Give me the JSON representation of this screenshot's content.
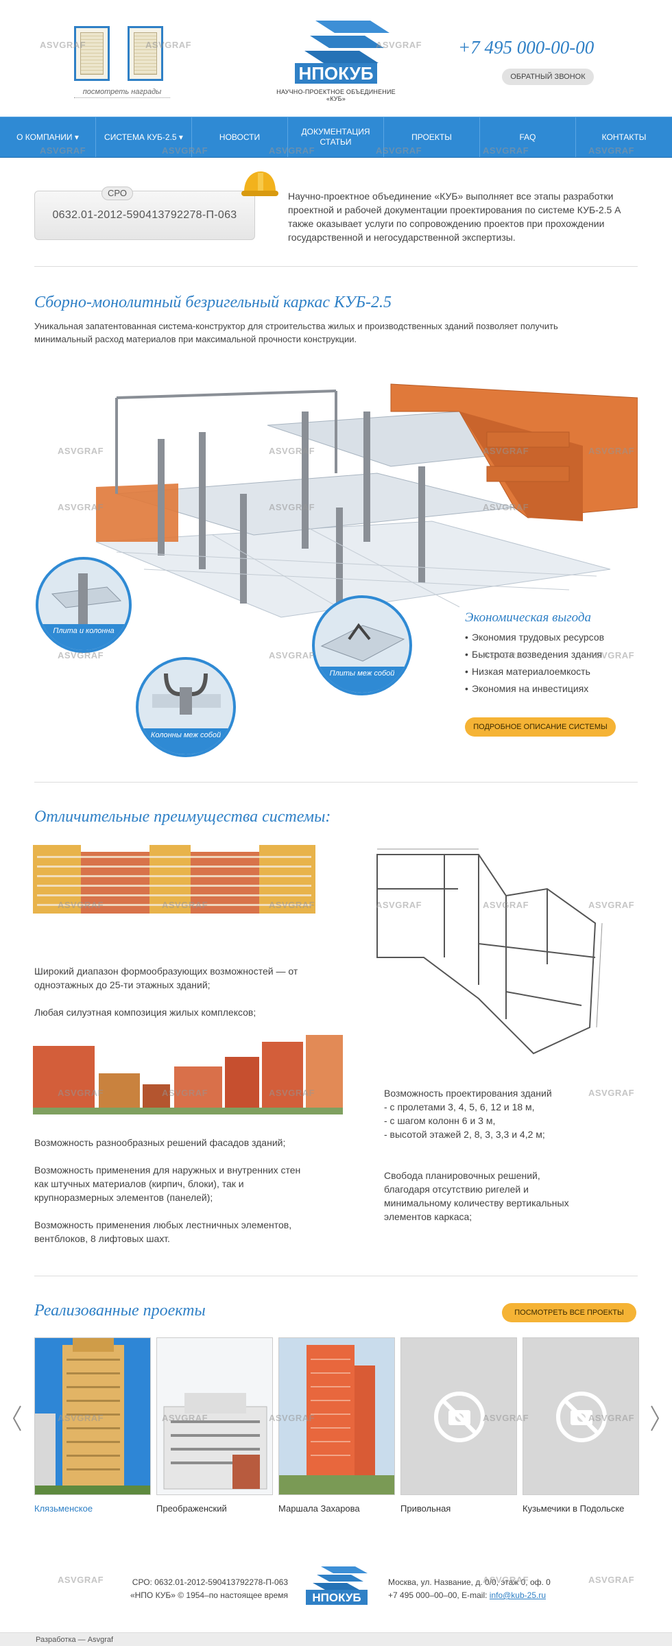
{
  "header": {
    "awards_link": "посмотреть награды",
    "logo_sub": "НАУЧНО-ПРОЕКТНОЕ ОБЪЕДИНЕНИЕ «КУБ»",
    "logo_text": "НПОКУБ",
    "phone": "+7 495 000-00-00",
    "callback": "ОБРАТНЫЙ ЗВОНОК"
  },
  "nav": {
    "items": [
      {
        "label": "О КОМПАНИИ ▾"
      },
      {
        "label": "СИСТЕМА КУБ-2.5 ▾"
      },
      {
        "label": "НОВОСТИ"
      },
      {
        "label": "ДОКУМЕНТАЦИЯ СТАТЬИ"
      },
      {
        "label": "ПРОЕКТЫ"
      },
      {
        "label": "FAQ"
      },
      {
        "label": "КОНТАКТЫ"
      }
    ]
  },
  "watermark": "ASVGRAF",
  "intro": {
    "sro_tag": "СРО",
    "sro_number": "0632.01-2012-590413792278-П-063",
    "text": "Научно-проектное объединение «КУБ» выполняет все этапы разработки проектной и рабочей документации проектирования по системе КУБ-2.5 А также оказывает услуги по сопровождению проектов при прохождении государственной и негосударственной экспертизы."
  },
  "system": {
    "title": "Сборно-монолитный безригельный каркас КУБ-2.5",
    "text": "Уникальная запатентованная система-конструктор для строительства жилых  и производственных зданий позволяет получить минимальный расход материалов при максимальной прочности конструкции.",
    "circles": [
      {
        "label": "Плита и колонна"
      },
      {
        "label": "Колонны меж собой"
      },
      {
        "label": "Плиты меж собой"
      }
    ],
    "benefits_title": "Экономическая выгода",
    "benefits": [
      "Экономия трудовых ресурсов",
      "Быстрота возведения здания",
      "Низкая материалоемкость",
      "Экономия на инвестициях"
    ],
    "details_button": "ПОДРОБНОЕ ОПИСАНИЕ СИСТЕМЫ"
  },
  "advantages": {
    "title": "Отличительные преимущества системы:",
    "left": [
      "Широкий диапазон формообразующих возможностей — от одноэтажных до 25-ти этажных зданий;",
      "Любая силуэтная композиция жилых комплексов;",
      "Возможность разнообразных решений фасадов зданий;",
      "Возможность применения для наружных и внутренних стен как штучных материалов (кирпич, блоки), так и крупноразмерных элементов (панелей);",
      "Возможность применения любых лестничных элементов, вентблоков, 8 лифтовых шахт."
    ],
    "right": [
      "Возможность проектирования зданий",
      "- с пролетами 3, 4, 5, 6, 12 и 18 м,",
      "- с шагом колонн 6 и 3 м,",
      "- высотой этажей 2, 8, 3, 3,3 и 4,2 м;",
      "Свобода планировочных решений, благодаря отсутствию ригелей и минимальному количеству вертикальных элементов каркаса;"
    ]
  },
  "projects": {
    "title": "Реализованные проекты",
    "all_button": "ПОСМОТРЕТЬ ВСЕ ПРОЕКТЫ",
    "items": [
      {
        "label": "Клязьменское"
      },
      {
        "label": "Преображенский"
      },
      {
        "label": "Маршала Захарова"
      },
      {
        "label": "Привольная"
      },
      {
        "label": "Кузьмечики в Подольске"
      }
    ]
  },
  "footer": {
    "sro": "СРО: 0632.01-2012-590413792278-П-063",
    "copyright": "«НПО КУБ» © 1954–по настоящее время",
    "address": "Москва, ул. Название, д. 0/0, этаж 0, оф. 0",
    "contacts": "+7 495 000–00–00, E-mail: ",
    "email": "info@kub-25.ru",
    "dev": "Разработка — Asvgraf"
  },
  "colors": {
    "accent": "#2f80c6",
    "nav": "#2f8ad4",
    "button_yellow": "#f5b335",
    "brick": "#e0793a"
  }
}
